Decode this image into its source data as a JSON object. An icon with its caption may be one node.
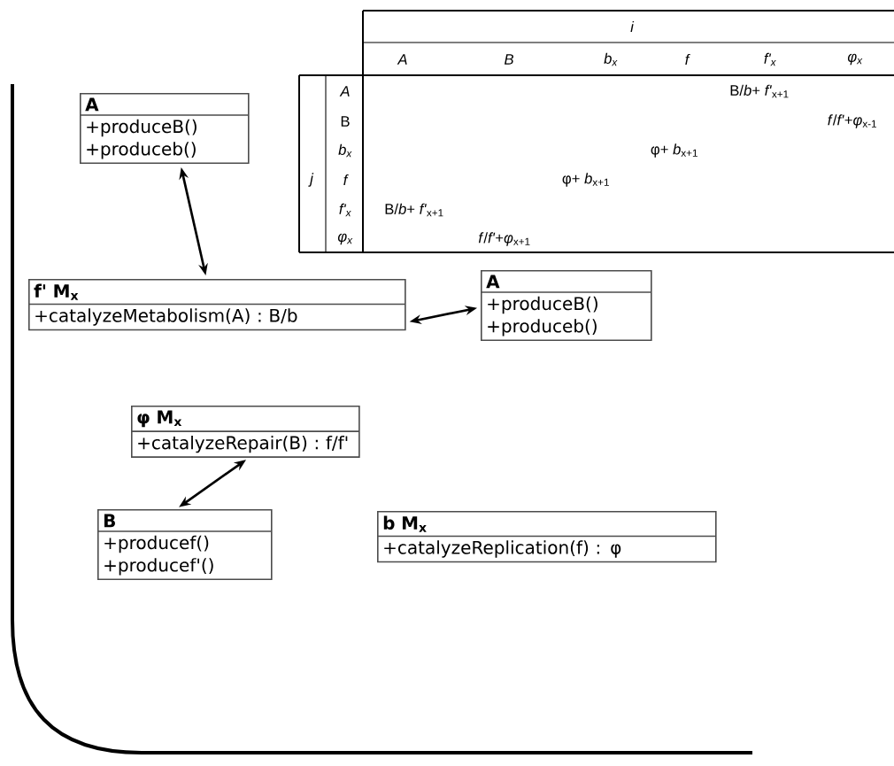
{
  "diagram": {
    "nodes": [
      {
        "text": [
          "A",
          "+produceB()",
          "+produceb()"
        ]
      },
      {
        "text": [
          "f' M$_{x}$",
          "+catalyzeMetabolism(A) : B/b"
        ]
      },
      {
        "text": [
          "A",
          "+produceB()",
          "+produceb()"
        ]
      },
      {
        "text": [
          "φ M$_{x}$",
          "+catalyzeRepair(B) : f/f'"
        ]
      },
      {
        "text": [
          "B",
          "+producef()",
          "+producef'()"
        ]
      },
      {
        "text": [
          "b M$_{x}$",
          "+catalyzeReplication(f) : φ"
        ]
      }
    ],
    "edges": [
      {
        "from": 0,
        "to": 1,
        "arrow": "both"
      },
      {
        "from": 1,
        "to": 2,
        "arrow": "both"
      },
      {
        "from": 3,
        "to": 4,
        "arrow": "both"
      }
    ],
    "labels": [
      "i",
      "A",
      "B",
      "b$_{x}$",
      "f",
      "f'$_{x}$",
      "φ$_{x}$",
      "A",
      "B/*b*+ *f'*$_{x+1}$",
      "B",
      "*f*/*f'*+*φ*$_{x-1}$",
      "b$_{x}$",
      "φ+ *b*$_{x+1}$",
      "j",
      "f",
      "φ+ *b*$_{x+1}$",
      "f'$_{x}$",
      "B/*b*+ *f'*$_{x+1}$",
      "φ$_{x}$",
      "*f*/*f'*+*φ*$_{x+1}$"
    ]
  }
}
